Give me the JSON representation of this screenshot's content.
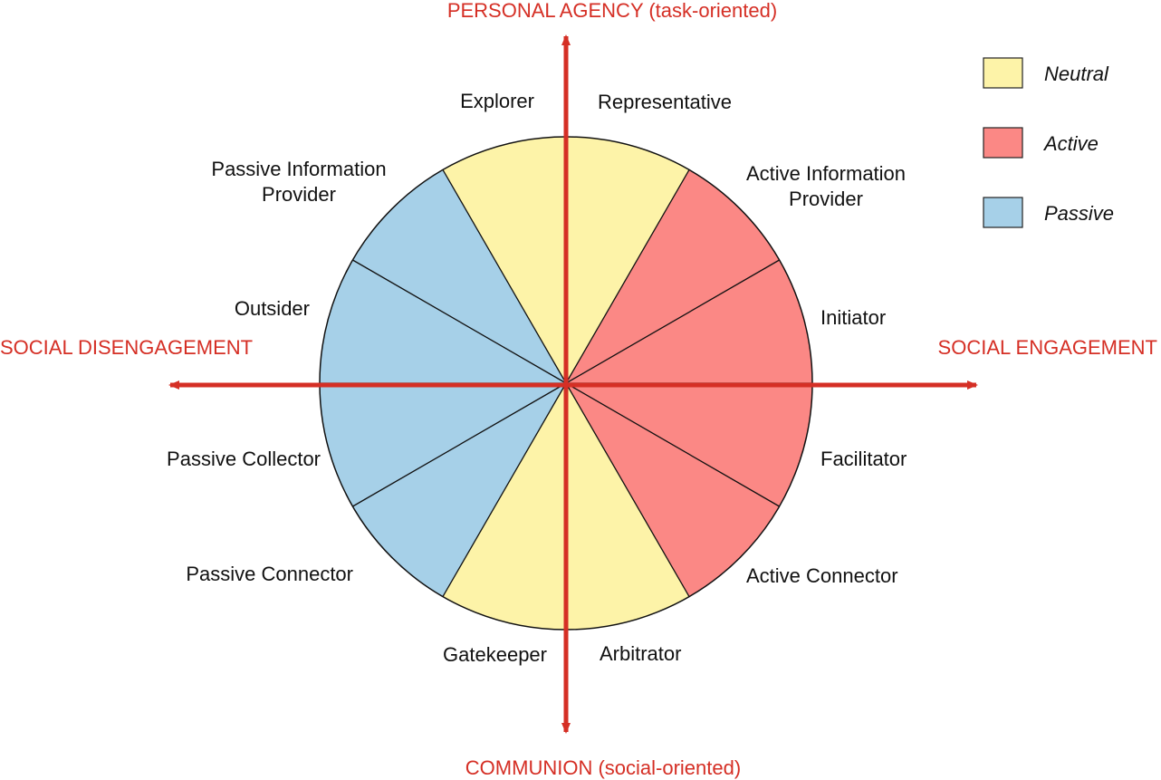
{
  "axes": {
    "top": "PERSONAL AGENCY (task-oriented)",
    "bottom": "COMMUNION (social-oriented)",
    "left": "SOCIAL DISENGAGEMENT",
    "right": "SOCIAL ENGAGEMENT"
  },
  "colors": {
    "axis": "#d52f25",
    "neutral": "#fdf3a8",
    "active": "#fb8885",
    "passive": "#a6d0e8",
    "divider": "#111111"
  },
  "legend": [
    {
      "label": "Neutral",
      "category": "neutral"
    },
    {
      "label": "Active",
      "category": "active"
    },
    {
      "label": "Passive",
      "category": "passive"
    }
  ],
  "roles": [
    {
      "lines": [
        "Representative"
      ],
      "category": "neutral"
    },
    {
      "lines": [
        "Active Information",
        "Provider"
      ],
      "category": "active"
    },
    {
      "lines": [
        "Initiator"
      ],
      "category": "active"
    },
    {
      "lines": [
        "Facilitator"
      ],
      "category": "active"
    },
    {
      "lines": [
        "Active Connector"
      ],
      "category": "active"
    },
    {
      "lines": [
        "Arbitrator"
      ],
      "category": "neutral"
    },
    {
      "lines": [
        "Gatekeeper"
      ],
      "category": "neutral"
    },
    {
      "lines": [
        "Passive Connector"
      ],
      "category": "passive"
    },
    {
      "lines": [
        "Passive Collector"
      ],
      "category": "passive"
    },
    {
      "lines": [
        "Outsider"
      ],
      "category": "passive"
    },
    {
      "lines": [
        "Passive Information",
        "Provider"
      ],
      "category": "passive"
    },
    {
      "lines": [
        "Explorer"
      ],
      "category": "neutral"
    }
  ]
}
